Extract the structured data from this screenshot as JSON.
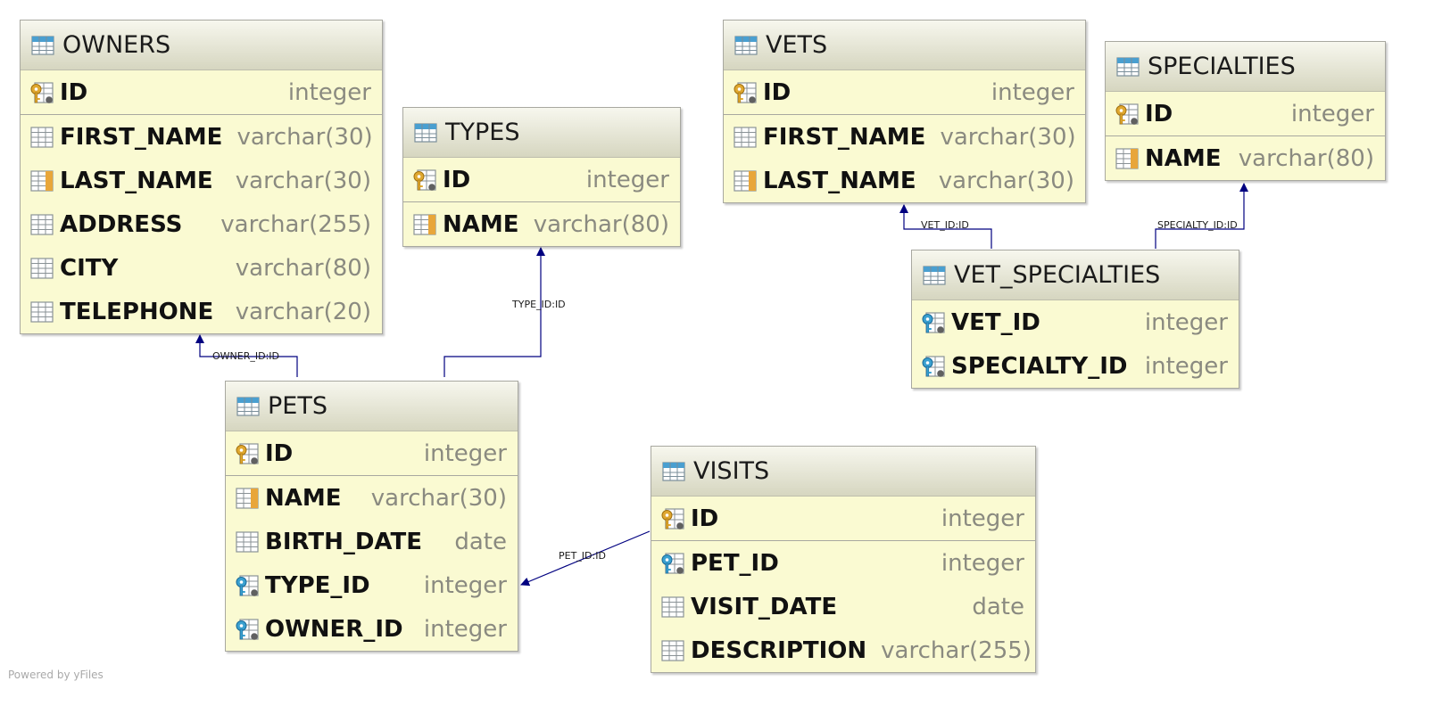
{
  "diagram": {
    "tables": {
      "owners": {
        "name": "OWNERS",
        "pk": {
          "name": "ID",
          "type": "integer"
        },
        "columns": [
          {
            "name": "FIRST_NAME",
            "type": "varchar(30)"
          },
          {
            "name": "LAST_NAME",
            "type": "varchar(30)"
          },
          {
            "name": "ADDRESS",
            "type": "varchar(255)"
          },
          {
            "name": "CITY",
            "type": "varchar(80)"
          },
          {
            "name": "TELEPHONE",
            "type": "varchar(20)"
          }
        ]
      },
      "types": {
        "name": "TYPES",
        "pk": {
          "name": "ID",
          "type": "integer"
        },
        "columns": [
          {
            "name": "NAME",
            "type": "varchar(80)"
          }
        ]
      },
      "vets": {
        "name": "VETS",
        "pk": {
          "name": "ID",
          "type": "integer"
        },
        "columns": [
          {
            "name": "FIRST_NAME",
            "type": "varchar(30)"
          },
          {
            "name": "LAST_NAME",
            "type": "varchar(30)"
          }
        ]
      },
      "specialties": {
        "name": "SPECIALTIES",
        "pk": {
          "name": "ID",
          "type": "integer"
        },
        "columns": [
          {
            "name": "NAME",
            "type": "varchar(80)"
          }
        ]
      },
      "vet_specialties": {
        "name": "VET_SPECIALTIES",
        "columns": [
          {
            "name": "VET_ID",
            "type": "integer"
          },
          {
            "name": "SPECIALTY_ID",
            "type": "integer"
          }
        ]
      },
      "pets": {
        "name": "PETS",
        "pk": {
          "name": "ID",
          "type": "integer"
        },
        "columns": [
          {
            "name": "NAME",
            "type": "varchar(30)"
          },
          {
            "name": "BIRTH_DATE",
            "type": "date"
          },
          {
            "name": "TYPE_ID",
            "type": "integer"
          },
          {
            "name": "OWNER_ID",
            "type": "integer"
          }
        ]
      },
      "visits": {
        "name": "VISITS",
        "pk": {
          "name": "ID",
          "type": "integer"
        },
        "columns": [
          {
            "name": "PET_ID",
            "type": "integer"
          },
          {
            "name": "VISIT_DATE",
            "type": "date"
          },
          {
            "name": "DESCRIPTION",
            "type": "varchar(255)"
          }
        ]
      }
    },
    "relations": [
      {
        "label": "OWNER_ID:ID",
        "from": "PETS",
        "to": "OWNERS"
      },
      {
        "label": "TYPE_ID:ID",
        "from": "PETS",
        "to": "TYPES"
      },
      {
        "label": "VET_ID:ID",
        "from": "VET_SPECIALTIES",
        "to": "VETS"
      },
      {
        "label": "SPECIALTY_ID:ID",
        "from": "VET_SPECIALTIES",
        "to": "SPECIALTIES"
      },
      {
        "label": "PET_ID:ID",
        "from": "VISITS",
        "to": "PETS"
      }
    ],
    "footer": "Powered by yFiles",
    "colors": {
      "table_body": "#fafad2",
      "edge": "#000080",
      "pk_key": "#e0a830",
      "fk_key": "#3aa0d0",
      "table_icon": "#4a9fd0"
    },
    "icons": {
      "table": "table-icon",
      "pk": "primary-key-column-icon",
      "fk": "foreign-key-column-icon",
      "column": "column-icon",
      "indexed": "indexed-column-icon"
    }
  }
}
